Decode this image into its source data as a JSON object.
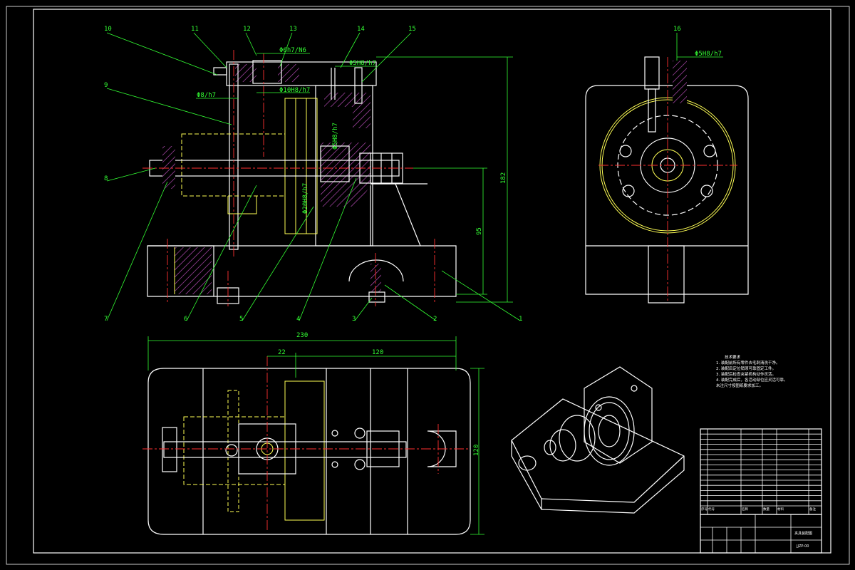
{
  "drawing": {
    "part_numbers": [
      "1",
      "2",
      "3",
      "4",
      "5",
      "6",
      "7",
      "8",
      "9",
      "10",
      "11",
      "12",
      "13",
      "14",
      "15",
      "16"
    ],
    "fits": {
      "f1": "Φ6h7/N6",
      "f2": "Φ5H8/h7",
      "f3": "Φ8/h7",
      "f4": "Φ10H8/h7",
      "f5": "Φ5H8/h7",
      "f6": "Φ20H8/h7",
      "f7": "Φ5H8/h7"
    },
    "dims": {
      "height_total": "182",
      "height_axis": "95",
      "width_total": "230",
      "offset_left": "22",
      "offset_right": "120",
      "width_side": "120"
    },
    "tech_notes_title": "技术要求",
    "tech_notes": [
      "1. 装配前所有零件去毛刺清洗干净。",
      "2. 装配后定位销须可靠固定工件。",
      "3. 装配后检查夹紧机构动作灵活。",
      "4. 装配完成后，各活动部位应灵活可靠。",
      "未注尺寸按图纸要求加工。"
    ],
    "title_block": {
      "drawing_name": "夹具装配图",
      "drawing_code": "JJZP-00"
    },
    "bom_header": [
      "序号",
      "代号",
      "名称",
      "数量",
      "材料",
      "备注"
    ]
  }
}
